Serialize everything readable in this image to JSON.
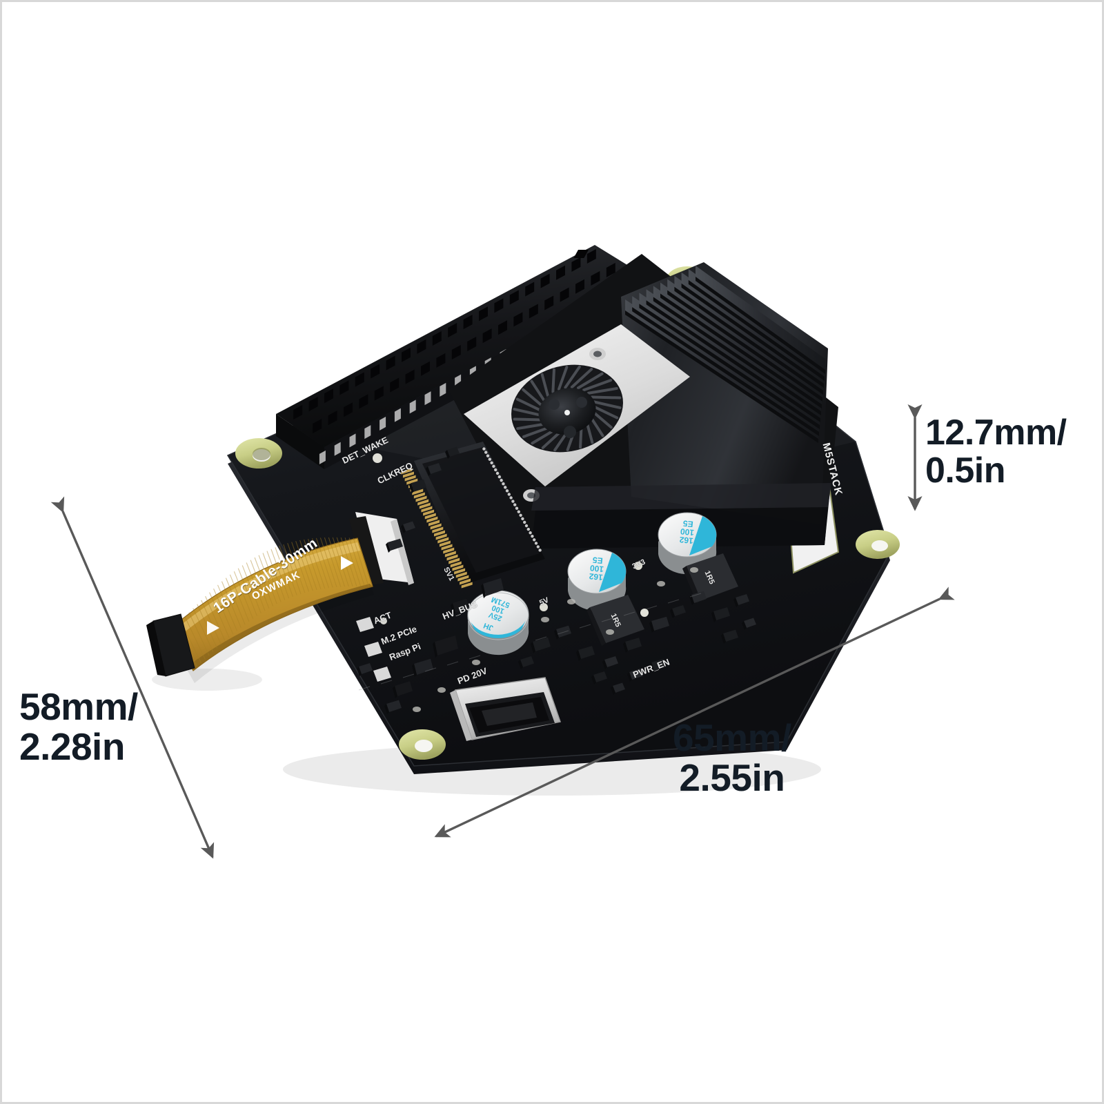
{
  "image": {
    "subject": "M5Stack Raspberry Pi M.2 PCIe HAT with active cooling heatsink fan and USB-C PD power",
    "background_color": "#ffffff",
    "border_color": "#d8d8d8",
    "annotation_color": "#131c26",
    "arrow_color": "#595959"
  },
  "dimensions": {
    "height": {
      "label": "12.7mm/\n0.5in",
      "mm": 12.7,
      "inch": 0.5,
      "axis": "vertical"
    },
    "width": {
      "label": "65mm/\n2.55in",
      "mm": 65,
      "inch": 2.55,
      "axis": "horizontal"
    },
    "depth": {
      "label": "58mm/\n2.28in",
      "mm": 58,
      "inch": 2.28,
      "axis": "diagonal"
    }
  },
  "cable": {
    "part_label": "16P-Cable-30mm",
    "brand_logo": "OXWMAK",
    "color": "#c89a2e",
    "end_stiffener_color": "#1a1a1a"
  },
  "board": {
    "brand": "M5STACK",
    "pcb_color": "#141414",
    "mount_pad_color": "#c9cf8a",
    "silkscreen": [
      {
        "text": "DET_WAKE"
      },
      {
        "text": "CLKREQ"
      },
      {
        "text": "ACT"
      },
      {
        "text": "M.2 PCIe"
      },
      {
        "text": "Rasp Pi"
      },
      {
        "text": "HV_BUS"
      },
      {
        "text": "PD 20V"
      },
      {
        "text": "PWR_EN"
      },
      {
        "text": "5V"
      },
      {
        "text": "3V3"
      },
      {
        "text": "1R5"
      },
      {
        "text": "1R5"
      },
      {
        "text": "SV1"
      }
    ]
  },
  "components": {
    "gpio_header": {
      "name": "2x20 GPIO header",
      "pins": 40,
      "rows": 2,
      "columns": 20,
      "color": "#111111"
    },
    "heatsink": {
      "name": "finned aluminium heatsink",
      "fin_count": 11,
      "color": "#1c1c1c"
    },
    "fan": {
      "name": "blower fan",
      "housing_color": "#e9e9e9",
      "blade_color": "#1a1a1a"
    },
    "m2_slot": {
      "name": "M.2 M-key socket",
      "color": "#161616"
    },
    "fpc_connector": {
      "name": "16-pin FPC connector",
      "color": "#f0f0f0"
    },
    "usb_c": {
      "name": "USB-C PD input port",
      "shell_color": "#d9d9d9",
      "label": "PD 20V"
    },
    "capacitors": [
      {
        "name": "electrolytic capacitor",
        "top_text": "25V\n100\n571M",
        "maker": "JH",
        "body_color": "#b9bcbd",
        "accent": "#2fb6d9"
      },
      {
        "name": "electrolytic capacitor",
        "top_text": "162\n100\nE5",
        "body_color": "#c3c6c7",
        "accent": "#2fb6d9"
      },
      {
        "name": "electrolytic capacitor",
        "top_text": "162\n100\nE5",
        "body_color": "#c3c6c7",
        "accent": "#2fb6d9"
      }
    ],
    "inductors": [
      {
        "label": "1R5"
      },
      {
        "label": "1R5"
      }
    ]
  }
}
